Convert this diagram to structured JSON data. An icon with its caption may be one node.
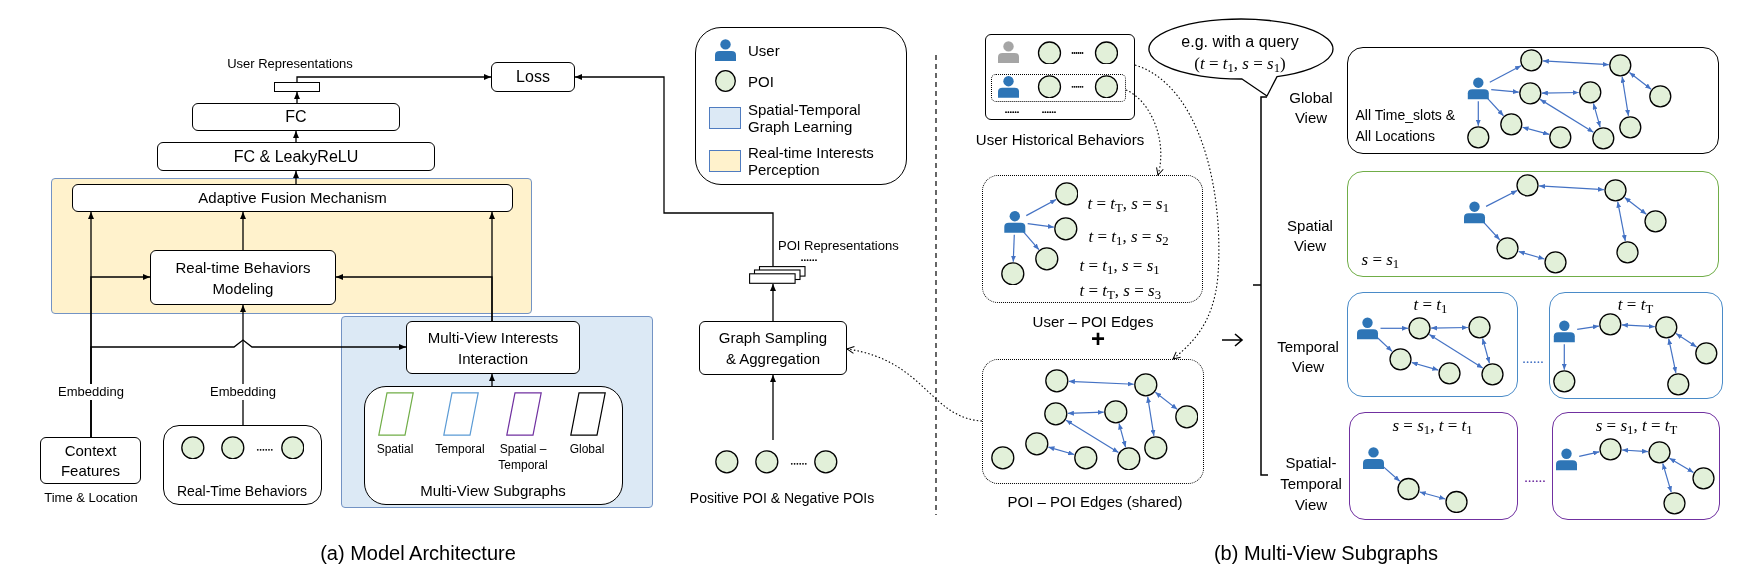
{
  "diagram": {
    "nodes": [
      {
        "text": [
          "Loss"
        ]
      },
      {
        "text": [],
        "shape": "bar",
        "beside": [
          "User Representations"
        ]
      },
      {
        "text": [
          "FC"
        ]
      },
      {
        "text": [
          "FC & LeakyReLU"
        ]
      },
      {
        "text": [],
        "shape": "box"
      },
      {
        "text": [
          "Adaptive Fusion Mechanism"
        ],
        "in": 4
      },
      {
        "text": [
          "Real-time Behaviors Modeling"
        ],
        "in": 4
      },
      {
        "text": [],
        "shape": "box"
      },
      {
        "text": [
          "Multi-View Interests Interaction"
        ],
        "in": 7
      },
      {
        "text": [
          "Spatial",
          "Temporal",
          "Spatial – Temporal",
          "Global",
          "Multi-View Subgraphs"
        ],
        "in": 7
      },
      {
        "text": [
          "Context Features"
        ],
        "beside": [
          "Time & Location"
        ]
      },
      {
        "text": [
          "Real-Time Behaviors"
        ]
      },
      {
        "text": [],
        "shape": "bar",
        "beside": [
          "POI Representations"
        ]
      },
      {
        "text": [
          "Graph Sampling & Aggregation"
        ]
      },
      {
        "text": [
          "Positive POI & Negative POIs"
        ]
      },
      {
        "text": [],
        "shape": "box",
        "beside": [
          "User Historical Behaviors"
        ]
      },
      {
        "text": [],
        "shape": "box",
        "in": 15
      },
      {
        "text": [
          "e.g. with a query",
          "(*t* = *t*$_{1}$,  *s* = *s*$_{1}$)"
        ]
      },
      {
        "text": [
          "*t* = *t*$_{T}$,  *s* = *s*$_{1}$",
          "*t* = *t*$_{1}$,  *s* = *s*$_{2}$",
          "*t* = *t*$_{1}$,  *s* = *s*$_{1}$",
          "*t* = *t*$_{T}$,  *s* = *s*$_{3}$"
        ],
        "beside": [
          "User – POI Edges"
        ]
      },
      {
        "text": [],
        "shape": "box",
        "beside": [
          "POI – POI Edges (shared)"
        ]
      },
      {
        "text": [
          "All Time_slots & All Locations"
        ]
      },
      {
        "text": [
          "*s* = *s*$_{1}$"
        ],
        "beside": [
          "Spatial View"
        ]
      },
      {
        "text": [
          "*t* = *t*$_{1}$"
        ],
        "beside": [
          "Temporal View"
        ]
      },
      {
        "text": [
          "*t* = *t*$_{T}$"
        ]
      },
      {
        "text": [
          "*s* = *s*$_{1}$, *t* = *t*$_{1}$"
        ],
        "beside": [
          "Spatial- Temporal View"
        ]
      },
      {
        "text": [
          "*s* = *s*$_{1}$, *t* = *t*$_{T}$"
        ]
      }
    ],
    "edges": [
      {
        "from": 5,
        "to": 3,
        "arrow": "to"
      },
      {
        "from": 3,
        "to": 2,
        "arrow": "to"
      },
      {
        "from": 2,
        "to": 1,
        "arrow": "to"
      },
      {
        "from": 1,
        "to": 0,
        "arrow": "to"
      },
      {
        "from": 12,
        "to": 0,
        "arrow": "to"
      },
      {
        "from": 13,
        "to": 12,
        "arrow": "to"
      },
      {
        "from": 14,
        "to": 13,
        "arrow": "to"
      },
      {
        "from": 19,
        "to": 13,
        "arrow": "to",
        "style": "dashed"
      },
      {
        "from": 10,
        "to": 5,
        "arrow": "to",
        "label": "Embedding"
      },
      {
        "from": 10,
        "to": 6,
        "arrow": "to"
      },
      {
        "from": 10,
        "to": 8,
        "arrow": "to"
      },
      {
        "from": 11,
        "to": 6,
        "arrow": "to",
        "label": "Embedding"
      },
      {
        "from": 9,
        "to": 8,
        "arrow": "to"
      },
      {
        "from": 8,
        "to": 5,
        "arrow": "to"
      },
      {
        "from": 8,
        "to": 6,
        "arrow": "to"
      },
      {
        "from": 6,
        "to": 5,
        "arrow": "to"
      },
      {
        "from": 16,
        "to": 18,
        "arrow": "to",
        "style": "dashed"
      },
      {
        "from": 15,
        "to": 19,
        "arrow": "to",
        "style": "dashed"
      }
    ],
    "labels": [
      "Global View",
      "+",
      "(a) Model Architecture",
      "(b) Multi-View Subgraphs"
    ],
    "legend": [
      {
        "text": "User"
      },
      {
        "text": "POI"
      },
      {
        "text": "Spatial-Temporal Graph Learning",
        "color": "#dce9f5"
      },
      {
        "text": "Real-time Interests Perception",
        "color": "#fff2cc"
      }
    ]
  }
}
